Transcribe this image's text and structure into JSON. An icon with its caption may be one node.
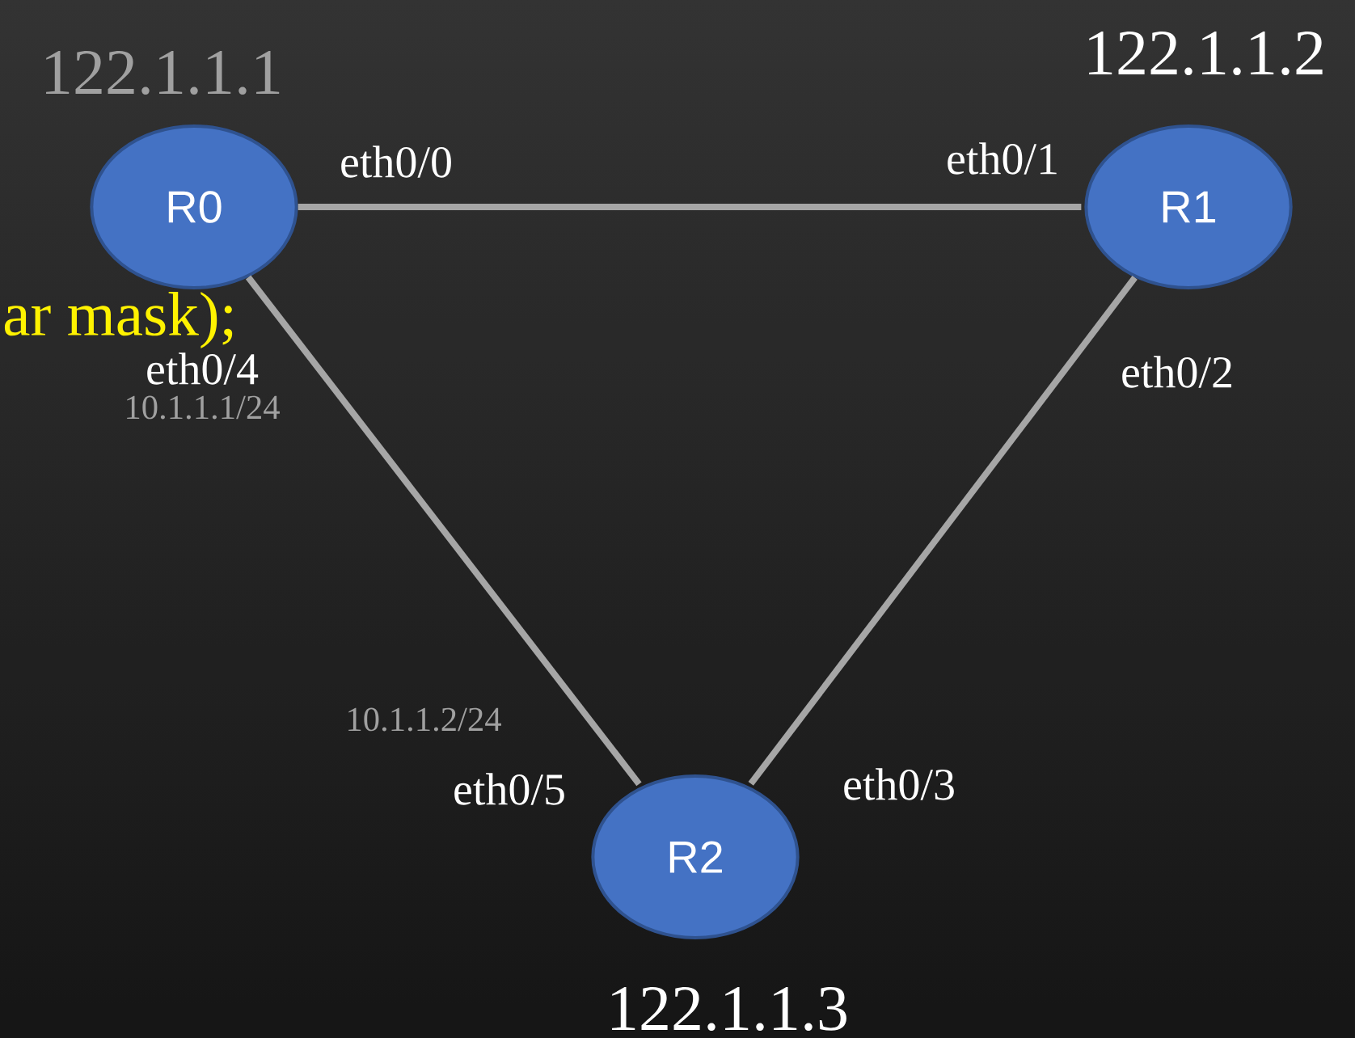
{
  "diagram": {
    "nodes": [
      {
        "text": [
          "R0"
        ],
        "beside": [
          "122.1.1.1"
        ]
      },
      {
        "text": [
          "R1"
        ],
        "beside": [
          "122.1.1.2"
        ]
      },
      {
        "text": [
          "R2"
        ],
        "beside": [
          "122.1.1.3"
        ]
      }
    ],
    "edges": [
      {
        "from": 0,
        "to": 1,
        "arrow": "none"
      },
      {
        "from": 0,
        "to": 2,
        "arrow": "none"
      },
      {
        "from": 1,
        "to": 2,
        "arrow": "none"
      }
    ],
    "labels": [
      "eth0/0",
      "eth0/1",
      "ar mask);",
      "eth0/4",
      "10.1.1.1/24",
      "eth0/2",
      "10.1.1.2/24",
      "eth0/5",
      "eth0/3"
    ]
  }
}
